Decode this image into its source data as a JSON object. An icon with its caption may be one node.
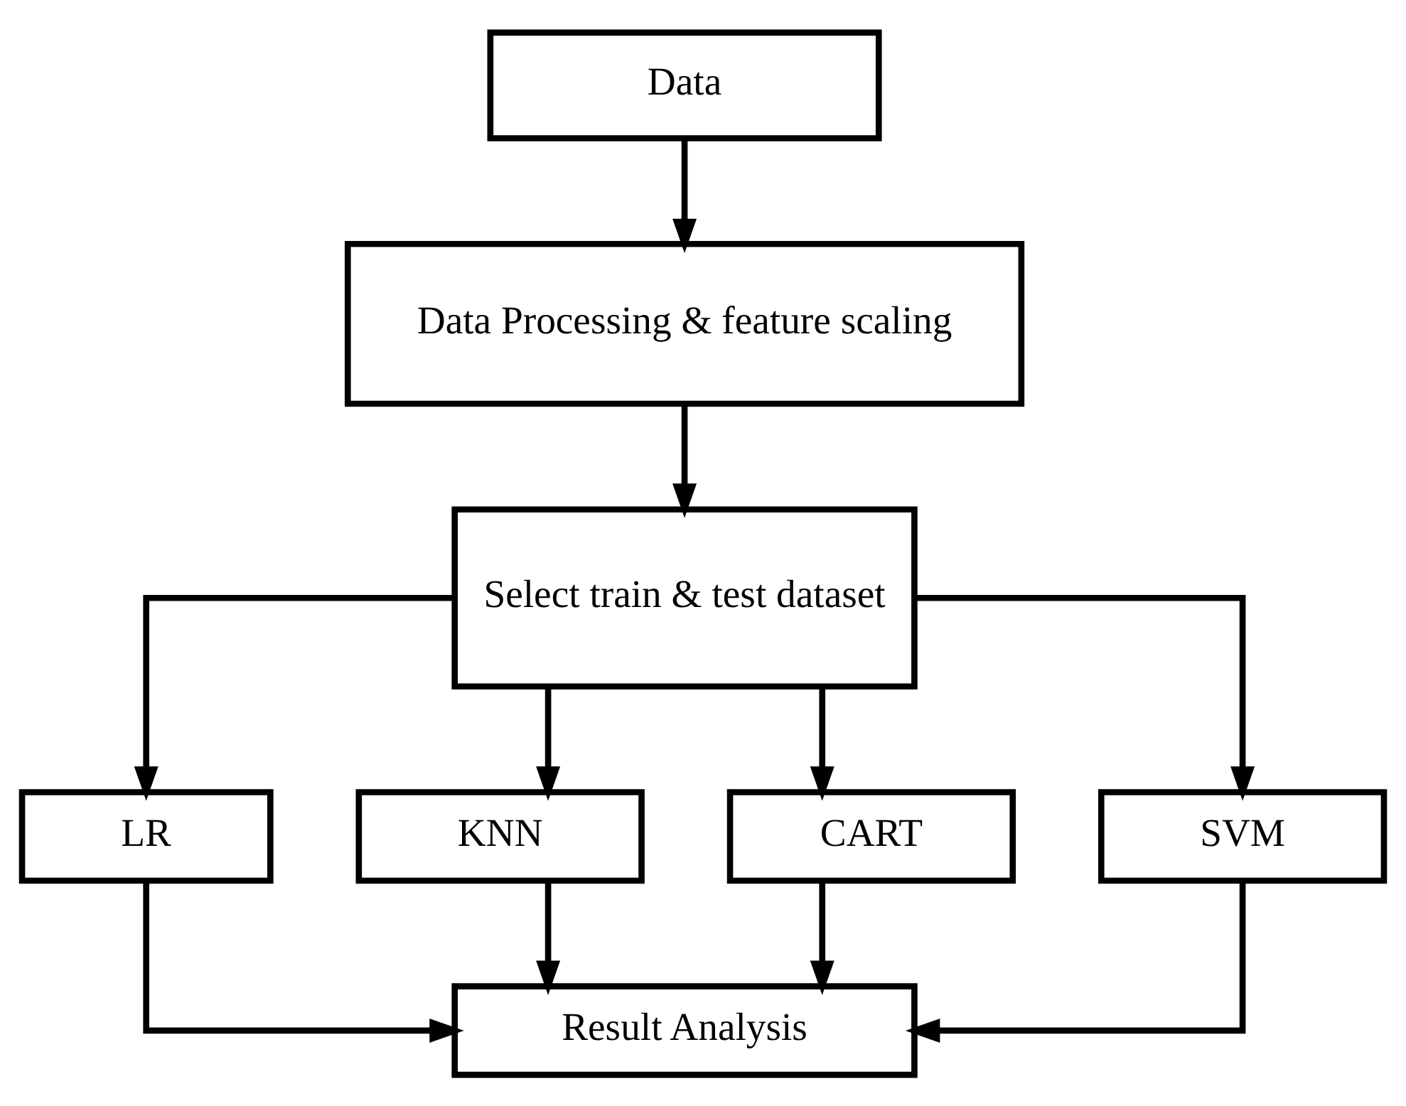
{
  "diagram": {
    "nodes": [
      {
        "text": [
          "Data"
        ]
      },
      {
        "text": [
          "Data Processing & feature scaling"
        ]
      },
      {
        "text": [
          "Select train & test dataset"
        ]
      },
      {
        "text": [
          "LR"
        ]
      },
      {
        "text": [
          "KNN"
        ]
      },
      {
        "text": [
          "CART"
        ]
      },
      {
        "text": [
          "SVM"
        ]
      },
      {
        "text": [
          "Result Analysis"
        ]
      }
    ],
    "edges": [
      {
        "from": 0,
        "to": 1,
        "arrow": "to"
      },
      {
        "from": 1,
        "to": 2,
        "arrow": "to"
      },
      {
        "from": 2,
        "to": 3,
        "arrow": "to"
      },
      {
        "from": 2,
        "to": 4,
        "arrow": "to"
      },
      {
        "from": 2,
        "to": 5,
        "arrow": "to"
      },
      {
        "from": 2,
        "to": 6,
        "arrow": "to"
      },
      {
        "from": 3,
        "to": 7,
        "arrow": "to"
      },
      {
        "from": 4,
        "to": 7,
        "arrow": "to"
      },
      {
        "from": 5,
        "to": 7,
        "arrow": "to"
      },
      {
        "from": 6,
        "to": 7,
        "arrow": "to"
      }
    ]
  }
}
